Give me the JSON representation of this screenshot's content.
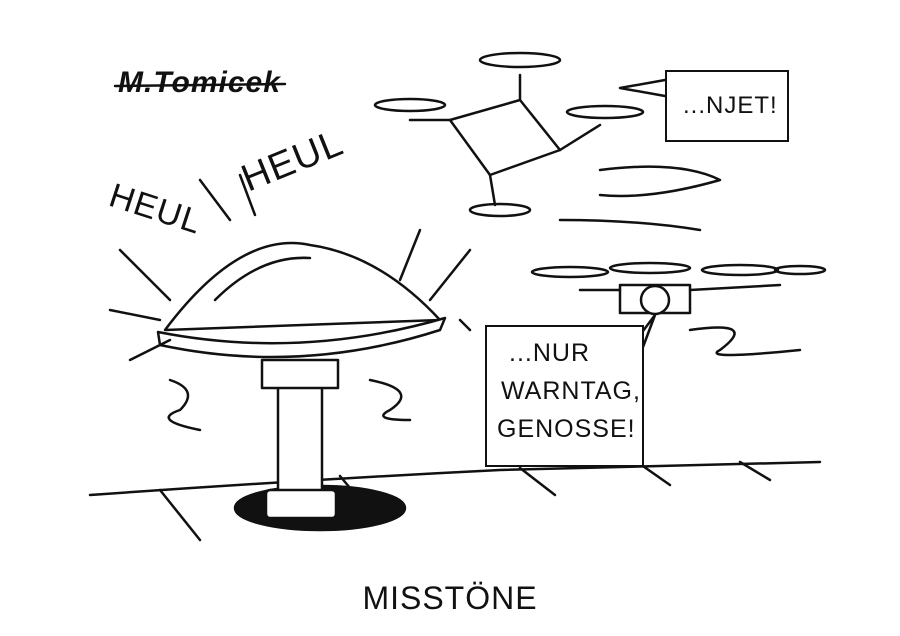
{
  "signature": "M.Tomicek",
  "sound_effects": [
    "HEUL",
    "HEUL"
  ],
  "speech_bubbles": {
    "top_drone": "...NJET!",
    "bottom_drone": [
      "...NUR",
      "WARNTAG,",
      "GENOSSE!"
    ]
  },
  "caption": "MISSTÖNE",
  "colors": {
    "ink": "#111111",
    "paper": "#ffffff"
  }
}
